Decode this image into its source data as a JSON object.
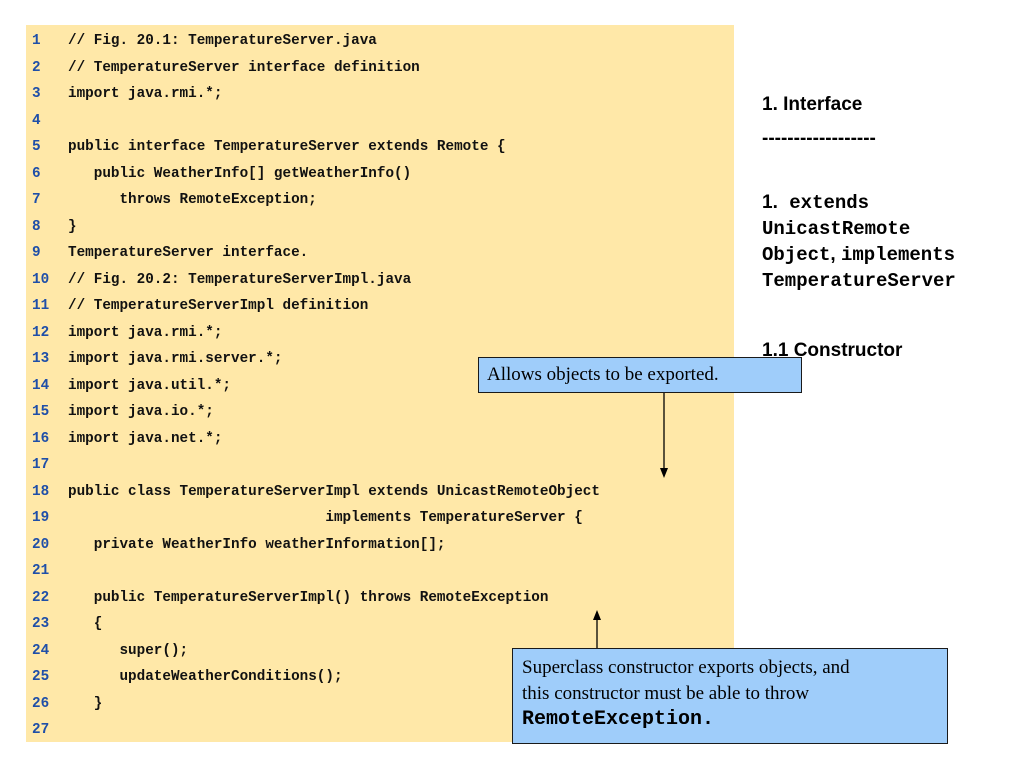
{
  "code": {
    "lines": [
      {
        "n": "1",
        "text": "// Fig. 20.1: TemperatureServer.java"
      },
      {
        "n": "2",
        "text": "// TemperatureServer interface definition"
      },
      {
        "n": "3",
        "text": "import java.rmi.*;"
      },
      {
        "n": "4",
        "text": ""
      },
      {
        "n": "5",
        "text": "public interface TemperatureServer extends Remote {"
      },
      {
        "n": "6",
        "text": "   public WeatherInfo[] getWeatherInfo()"
      },
      {
        "n": "7",
        "text": "      throws RemoteException;"
      },
      {
        "n": "8",
        "text": "}"
      },
      {
        "n": "9",
        "text": "TemperatureServer interface."
      },
      {
        "n": "10",
        "text": "// Fig. 20.2: TemperatureServerImpl.java"
      },
      {
        "n": "11",
        "text": "// TemperatureServerImpl definition"
      },
      {
        "n": "12",
        "text": "import java.rmi.*;"
      },
      {
        "n": "13",
        "text": "import java.rmi.server.*;"
      },
      {
        "n": "14",
        "text": "import java.util.*;"
      },
      {
        "n": "15",
        "text": "import java.io.*;"
      },
      {
        "n": "16",
        "text": "import java.net.*;"
      },
      {
        "n": "17",
        "text": ""
      },
      {
        "n": "18",
        "text": "public class TemperatureServerImpl extends UnicastRemoteObject"
      },
      {
        "n": "19",
        "text": "                              implements TemperatureServer {"
      },
      {
        "n": "20",
        "text": "   private WeatherInfo weatherInformation[];"
      },
      {
        "n": "21",
        "text": ""
      },
      {
        "n": "22",
        "text": "   public TemperatureServerImpl() throws RemoteException"
      },
      {
        "n": "23",
        "text": "   {"
      },
      {
        "n": "24",
        "text": "      super();"
      },
      {
        "n": "25",
        "text": "      updateWeatherConditions();"
      },
      {
        "n": "26",
        "text": "   }"
      },
      {
        "n": "27",
        "text": ""
      }
    ]
  },
  "notes": {
    "interface": "1. Interface",
    "dashes": "------------------",
    "extends_num": "1.",
    "extends_l1": "extends",
    "extends_l2": "UnicastRemote",
    "extends_l3a": "Object",
    "extends_l3b": ", ",
    "extends_l3c": "implements",
    "extends_l4": "TemperatureServer",
    "constructor": "1.1 Constructor"
  },
  "callouts": {
    "export": "Allows objects to be exported.",
    "super_line1": "Superclass constructor exports objects, and",
    "super_line2": "this constructor must be able to throw",
    "super_line3": "RemoteException."
  },
  "colors": {
    "code_bg": "#ffe8a8",
    "callout_bg": "#9fcdfa",
    "line_number": "#1f4fa8"
  }
}
